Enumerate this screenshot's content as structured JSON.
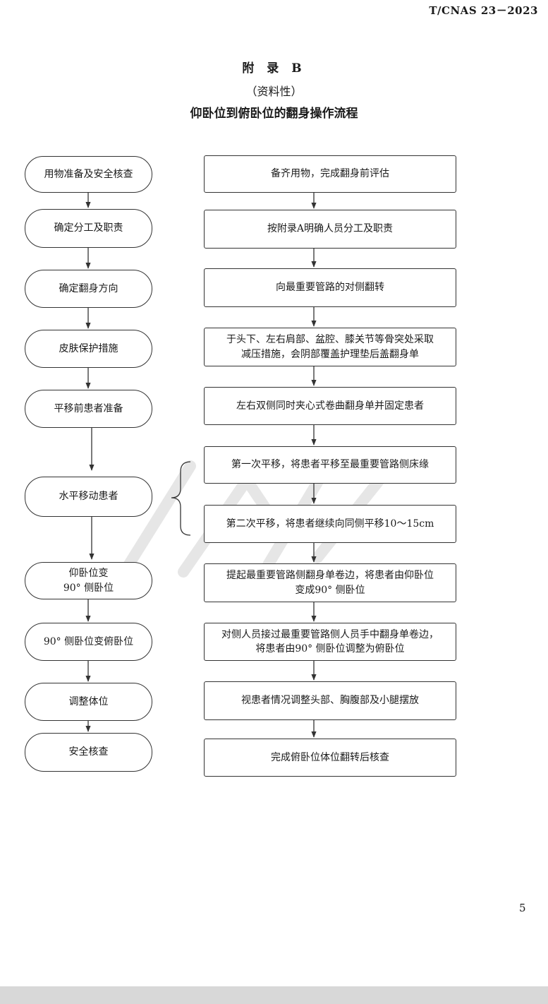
{
  "header": {
    "doc_code": "T/CNAS 23－2023"
  },
  "title": {
    "appendix": "附 录 B",
    "nature": "（资料性）",
    "main": "仰卧位到俯卧位的翻身操作流程"
  },
  "steps": [
    "用物准备及安全核查",
    "确定分工及职责",
    "确定翻身方向",
    "皮肤保护措施",
    "平移前患者准备",
    "水平移动患者",
    "仰卧位变\n90° 侧卧位",
    "90° 侧卧位变俯卧位",
    "调整体位",
    "安全核查"
  ],
  "details": [
    "备齐用物，完成翻身前评估",
    "按附录A明确人员分工及职责",
    "向最重要管路的对侧翻转",
    "于头下、左右肩部、盆腔、膝关节等骨突处采取\n减压措施，会阴部覆盖护理垫后盖翻身单",
    "左右双侧同时夹心式卷曲翻身单并固定患者",
    "第一次平移，将患者平移至最重要管路侧床缘",
    "第二次平移，将患者继续向同侧平移10～15cm",
    "提起最重要管路侧翻身单卷边，将患者由仰卧位\n变成90° 侧卧位",
    "对侧人员接过最重要管路侧人员手中翻身单卷边，\n将患者由90° 侧卧位调整为俯卧位",
    "视患者情况调整头部、胸腹部及小腿摆放",
    "完成俯卧位体位翻转后核查"
  ],
  "page_number": "5",
  "colors": {
    "line": "#333333",
    "text": "#1a1a1a",
    "watermark": "#e6e6e6"
  }
}
